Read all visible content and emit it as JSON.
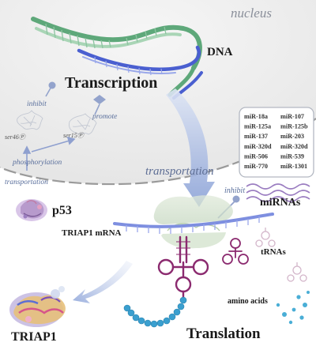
{
  "labels": {
    "nucleus": "nucleus",
    "dna": "DNA",
    "transcription": "Transcription",
    "inhibit_top": "inhibit",
    "promote": "promote",
    "ser46": "ser46Ⓟ",
    "ser15": "ser15Ⓟ",
    "phosphorylation": "phosphorylation",
    "transportation_small": "transportation",
    "p53": "p53",
    "transportation_big": "transportation",
    "inhibit_mirna": "inhibit",
    "mirnas": "miRNAs",
    "triap1_mrna": "TRIAP1 mRNA",
    "trnas": "tRNAs",
    "amino_acids": "amino acids",
    "translation": "Translation",
    "triap1": "TRIAP1"
  },
  "mirna_list": [
    [
      "miR-18a",
      "miR-107"
    ],
    [
      "miR-125a",
      "miR-125b"
    ],
    [
      "miR-137",
      "miR-203"
    ],
    [
      "miR-320d",
      "miR-320d"
    ],
    [
      "miR-506",
      "miR-539"
    ],
    [
      "miR-770",
      "miR-1301"
    ]
  ],
  "colors": {
    "nucleus_fill": "#ececec",
    "dna_green": "#5ea87a",
    "dna_blue": "#4a5fd0",
    "mrna_blue": "#7e8fe0",
    "trna_purple": "#8b2a6f",
    "amino_blue": "#3a9fcf",
    "arrow_blue": "#9fb2dd",
    "label_blue": "#5a6f9c"
  }
}
